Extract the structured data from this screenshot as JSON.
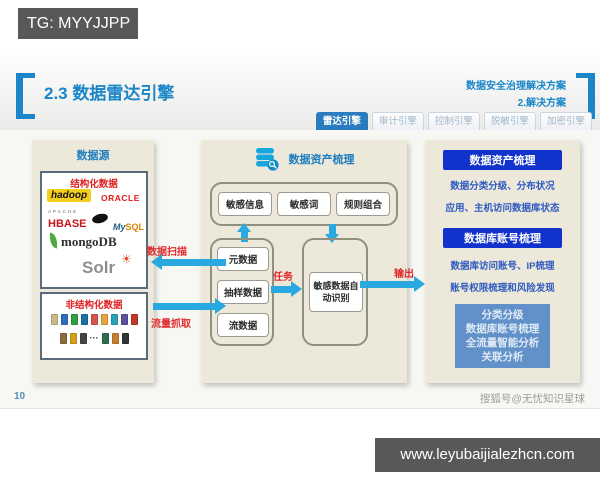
{
  "watermark": {
    "tg": "TG: MYYJJPP",
    "site": "www.leyubaijialezhcn.com"
  },
  "header": {
    "title": "2.3 数据雷达引擎",
    "solution_line1": "数据安全治理解决方案",
    "solution_line2": "2.解决方案"
  },
  "tabs": [
    {
      "label": "雷达引擎",
      "active": true
    },
    {
      "label": "审计引擎",
      "active": false
    },
    {
      "label": "控制引擎",
      "active": false
    },
    {
      "label": "脱敏引擎",
      "active": false
    },
    {
      "label": "加密引擎",
      "active": false
    }
  ],
  "datasource_panel": {
    "title": "数据源",
    "structured": {
      "title": "结构化数据",
      "logos": {
        "hadoop": "hadoop",
        "oracle": "ORACLE",
        "apache": "APACHE",
        "hbase": "HBASE",
        "mysql_my": "My",
        "mysql_sql": "SQL",
        "mongodb": "mongoDB",
        "solr": "Solr",
        "sun": "☀"
      }
    },
    "unstructured": {
      "title": "非结构化数据",
      "icon_colors_row1": [
        "#c9b98a",
        "#2e6fbd",
        "#2f9e44",
        "#1d6fa5",
        "#d9534f",
        "#e8a33d",
        "#2aa1b7",
        "#5a4fa0",
        "#c0392b"
      ],
      "icon_colors_row2": [
        "#8a6d3b",
        "#d4a017",
        "#444444",
        "...",
        "#2f6f4f",
        "#c87f2f",
        "#333333"
      ],
      "ellipsis": "···"
    }
  },
  "middle_panel": {
    "title": "数据资产梳理",
    "rule_boxes": [
      "敏感信息",
      "敏感词",
      "规则组合"
    ],
    "data_boxes": [
      "元数据",
      "抽样数据",
      "流数据"
    ],
    "identify_box": "敏感数据自动识别"
  },
  "flow": {
    "scan_label": "数据扫描",
    "capture_label": "流量抓取",
    "task_label": "任务",
    "output_label": "输出"
  },
  "result_panel": {
    "sections": [
      {
        "title": "数据资产梳理",
        "lines": [
          "数据分类分级、分布状况",
          "应用、主机访问数据库状态"
        ]
      },
      {
        "title": "数据库账号梳理",
        "lines": [
          "数据库访问账号、IP梳理",
          "账号权限梳理和风险发现"
        ]
      }
    ],
    "summary_box": [
      "分类分级",
      "数据库账号梳理",
      "全流量智能分析",
      "关联分析"
    ]
  },
  "footer": {
    "page_number": "10",
    "sohu": "搜狐号@无忧知识星球"
  },
  "colors": {
    "accent_blue": "#1a86c8",
    "tab_active_blue": "#2b7cbe",
    "result_bar_blue": "#1133cc",
    "result_text_blue": "#2f5bc0",
    "summary_box_blue": "#6191c8",
    "arrow_cyan": "#2aa9e0",
    "flow_label_red": "#e02b2b",
    "panel_beige": "#ece8da",
    "structured_title_red": "#e02020"
  }
}
